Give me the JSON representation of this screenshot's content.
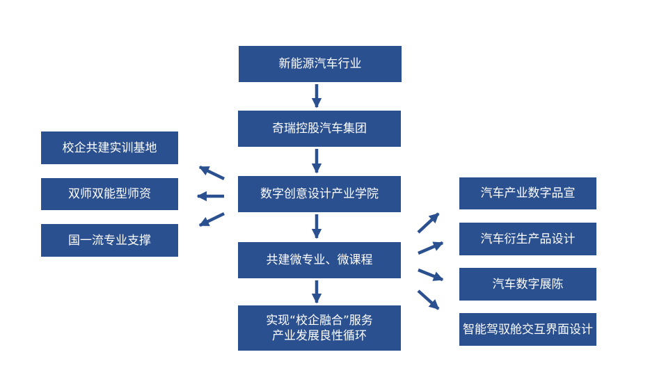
{
  "diagram": {
    "colors": {
      "box_fill": "#2b5090",
      "box_text": "#ffffff",
      "arrow": "#2b5090",
      "background": "#ffffff"
    },
    "center_column": [
      {
        "id": "industry",
        "lines": [
          "新能源汽车行业"
        ]
      },
      {
        "id": "group",
        "lines": [
          "奇瑞控股汽车集团"
        ]
      },
      {
        "id": "college",
        "lines": [
          "数字创意设计产业学院"
        ]
      },
      {
        "id": "micro",
        "lines": [
          "共建微专业、微课程"
        ]
      },
      {
        "id": "cycle",
        "lines": [
          "实现“校企融合”服务",
          "产业发展良性循环"
        ]
      }
    ],
    "left_column": [
      {
        "id": "base",
        "lines": [
          "校企共建实训基地"
        ]
      },
      {
        "id": "teachers",
        "lines": [
          "双师双能型师资"
        ]
      },
      {
        "id": "major",
        "lines": [
          "国一流专业支撑"
        ]
      }
    ],
    "right_column": [
      {
        "id": "promo",
        "lines": [
          "汽车产业数字品宣"
        ]
      },
      {
        "id": "derivative",
        "lines": [
          "汽车衍生产品设计"
        ]
      },
      {
        "id": "exhibition",
        "lines": [
          "汽车数字展陈"
        ]
      },
      {
        "id": "cockpit",
        "lines": [
          "智能驾驭舱交互界面设计"
        ]
      }
    ],
    "arrow_icon": "arrow-icon"
  }
}
